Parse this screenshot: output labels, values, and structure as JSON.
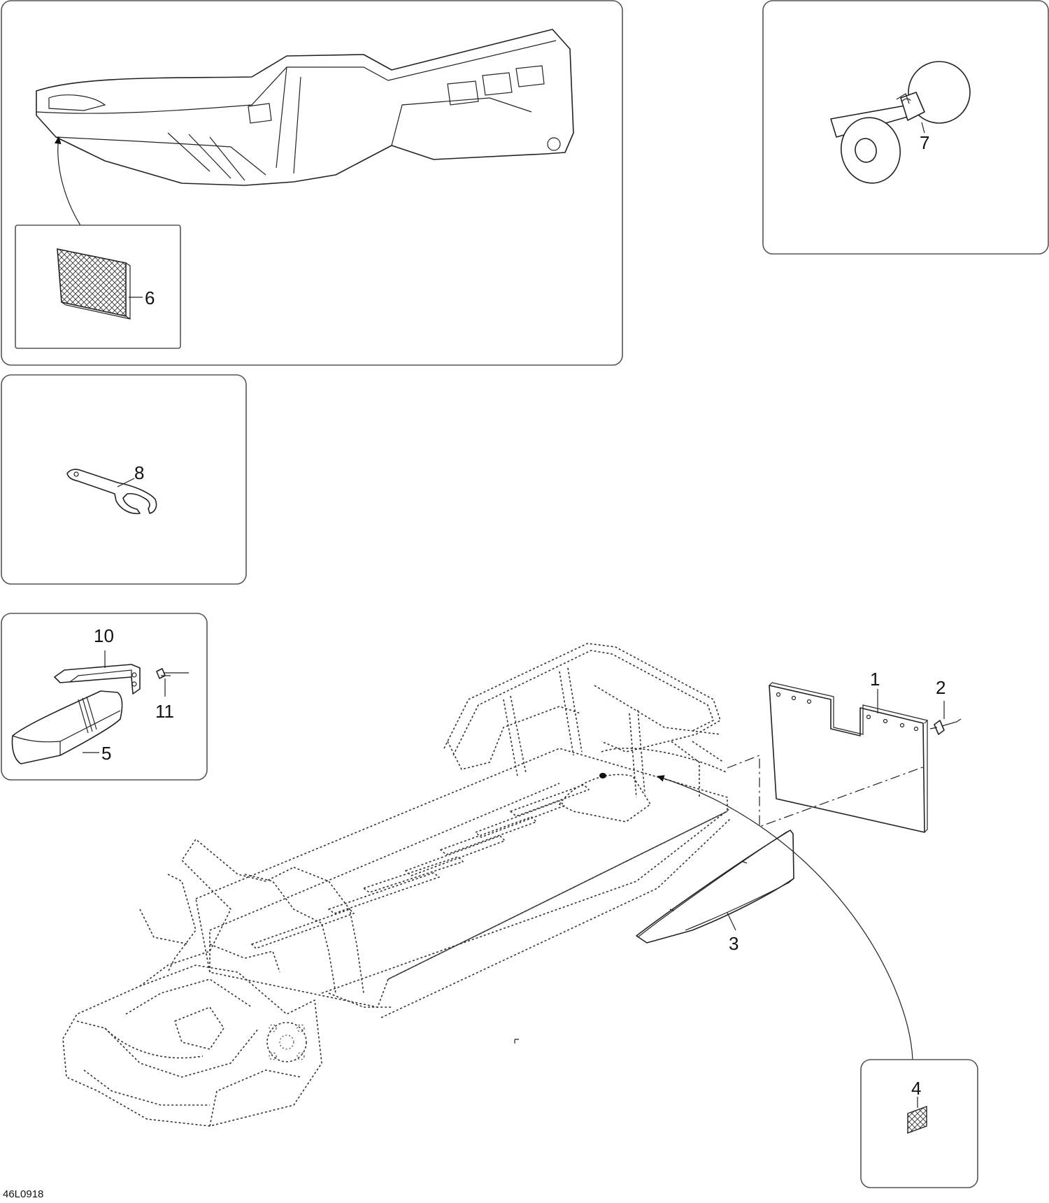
{
  "diagram": {
    "drawing_code": "46L0918",
    "callouts": {
      "c1": "1",
      "c2": "2",
      "c3": "3",
      "c4": "4",
      "c5": "5",
      "c6": "6",
      "c7": "7",
      "c8": "8",
      "c10": "10",
      "c11": "11"
    }
  }
}
